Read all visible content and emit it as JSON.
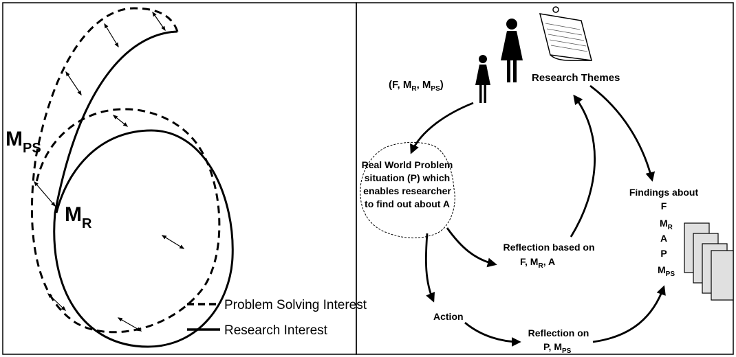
{
  "left_panel": {
    "mps_main": "M",
    "mps_sub": "PS",
    "mr_main": "M",
    "mr_sub": "R",
    "legend": {
      "problem_solving": "Problem Solving Interest",
      "research": "Research Interest"
    }
  },
  "right_panel": {
    "fmr": {
      "open": "(F, M",
      "sub_r": "R",
      "mid": ", M",
      "sub_ps": "PS",
      "close": ")"
    },
    "research_themes": "Research Themes",
    "problem_situation": [
      "Real World Problem",
      "situation (P) which",
      "enables researcher",
      "to find out about A"
    ],
    "findings": {
      "title": "Findings about",
      "f": "F",
      "m": "M",
      "m_sub": "R",
      "a": "A",
      "p": "P",
      "mps": "M",
      "mps_sub": "PS"
    },
    "reflection_based": {
      "line1": "Reflection based on",
      "line2_a": "F, M",
      "line2_sub": "R",
      "line2_b": ", A"
    },
    "action": "Action",
    "reflection_on": {
      "line1": "Reflection on",
      "line2_a": "P, M",
      "line2_sub": "PS"
    }
  }
}
